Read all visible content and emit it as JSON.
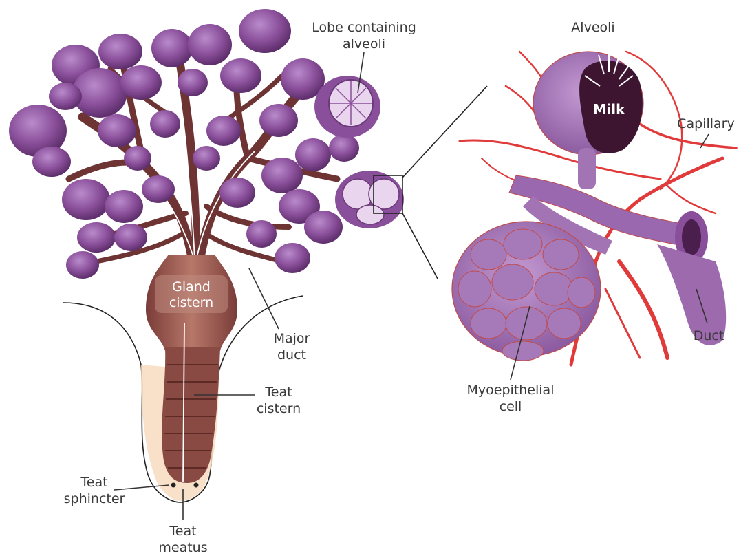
{
  "labels": {
    "lobe_line1": "Lobe containing",
    "lobe_line2": "alveoli",
    "alveoli": "Alveoli",
    "capillary": "Capillary",
    "milk": "Milk",
    "gland_line1": "Gland",
    "gland_line2": "cistern",
    "major_line1": "Major",
    "major_line2": "duct",
    "teat_cistern_line1": "Teat",
    "teat_cistern_line2": "cistern",
    "sphincter_line1": "Teat",
    "sphincter_line2": "sphincter",
    "meatus_line1": "Teat",
    "meatus_line2": "meatus",
    "myo_line1": "Myoepithelial",
    "myo_line2": "cell",
    "duct": "Duct"
  },
  "colors": {
    "alveoli_purple": "#8a4f9a",
    "alveoli_light": "#b486c3",
    "duct_brown": "#7a3f3f",
    "cistern_brown": "#9a5a52",
    "teat_skin": "#f8dcc0",
    "capillary_red": "#e03a3a"
  }
}
